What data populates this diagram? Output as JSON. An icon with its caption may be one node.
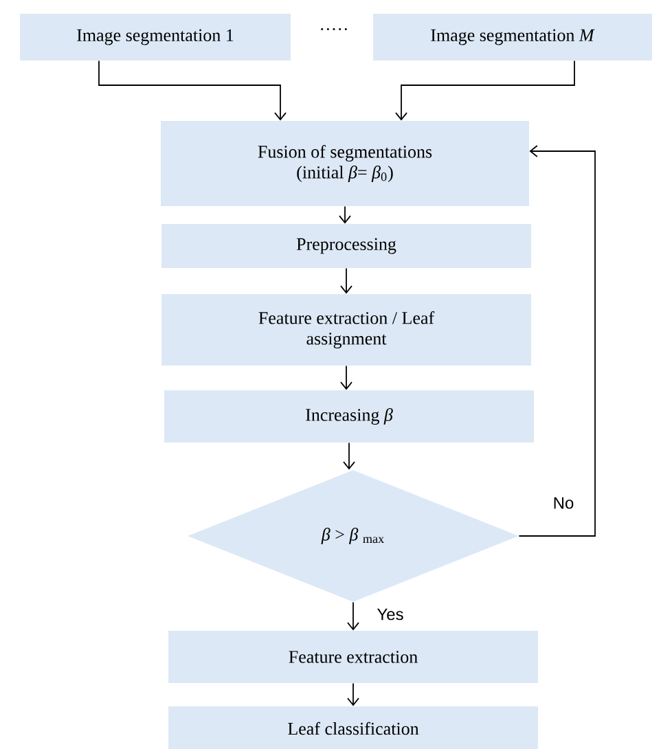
{
  "diagram": {
    "nodes": [
      {
        "text": [
          "Image segmentation 1"
        ]
      },
      {
        "text": [
          "Image segmentation *M*"
        ]
      },
      {
        "text": [
          "Fusion of segmentations",
          "(initial *β*= *β*$_{0}$)"
        ]
      },
      {
        "text": [
          "Preprocessing"
        ]
      },
      {
        "text": [
          "Feature extraction / Leaf assignment"
        ]
      },
      {
        "text": [
          "Increasing *β*"
        ]
      },
      {
        "text": [
          "*β* > *β* $_{max}$"
        ]
      },
      {
        "text": [
          "Feature extraction"
        ]
      },
      {
        "text": [
          "Leaf classification"
        ]
      }
    ],
    "edges": [
      {
        "from": 0,
        "to": 2,
        "arrow": "to"
      },
      {
        "from": 1,
        "to": 2,
        "arrow": "to"
      },
      {
        "from": 2,
        "to": 3,
        "arrow": "to"
      },
      {
        "from": 3,
        "to": 4,
        "arrow": "to"
      },
      {
        "from": 4,
        "to": 5,
        "arrow": "to"
      },
      {
        "from": 5,
        "to": 6,
        "arrow": "to"
      },
      {
        "from": 6,
        "to": 7,
        "arrow": "to",
        "label": "Yes"
      },
      {
        "from": 7,
        "to": 8,
        "arrow": "to"
      },
      {
        "from": 6,
        "to": 2,
        "arrow": "to",
        "label": "No"
      }
    ],
    "labels": [
      "·····"
    ]
  }
}
